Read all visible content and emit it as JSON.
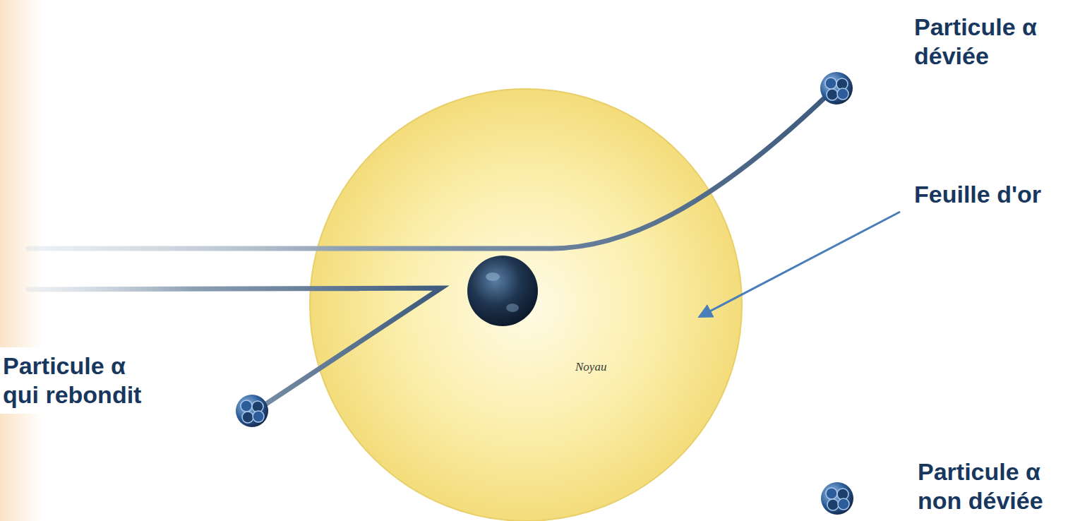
{
  "diagram": {
    "labels": [
      "Particule α déviée",
      "Feuille d'or",
      "Noyau",
      "Particule α qui rebondit",
      "Particule α non déviée"
    ]
  }
}
